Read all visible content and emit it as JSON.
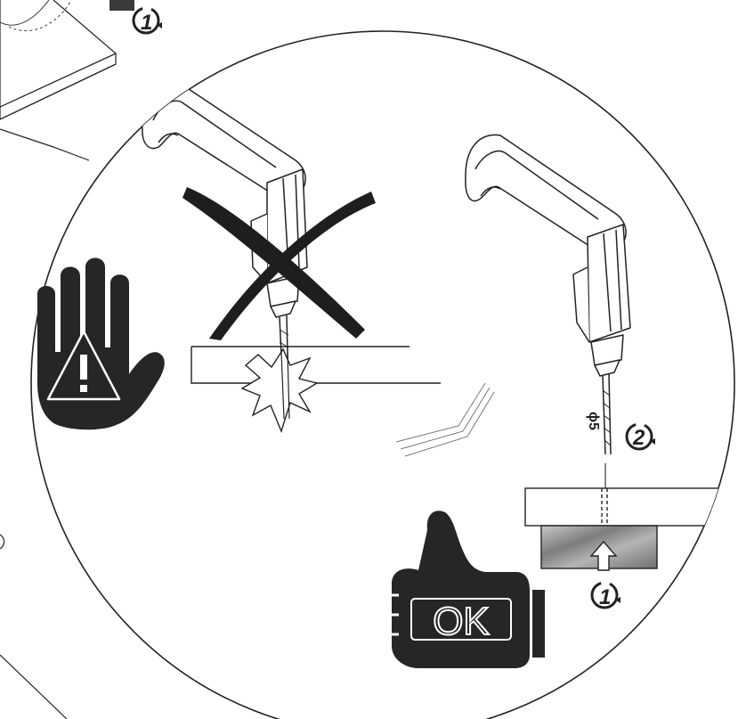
{
  "diagram": {
    "step_labels": {
      "top_step": "1",
      "drill_step": "2",
      "support_step": "1"
    },
    "ok_label": "OK",
    "diameter_symbol": "ϕ",
    "diameter_value": "5"
  },
  "colors": {
    "ink": "#222222",
    "paper": "#ffffff",
    "hand": "#262626",
    "support_block": "#9a9a9a"
  },
  "icons": {
    "forbidden": "stop-hand-warning-icon",
    "approved": "thumbs-up-ok-icon",
    "wrong_marker": "cross-mark-icon"
  }
}
